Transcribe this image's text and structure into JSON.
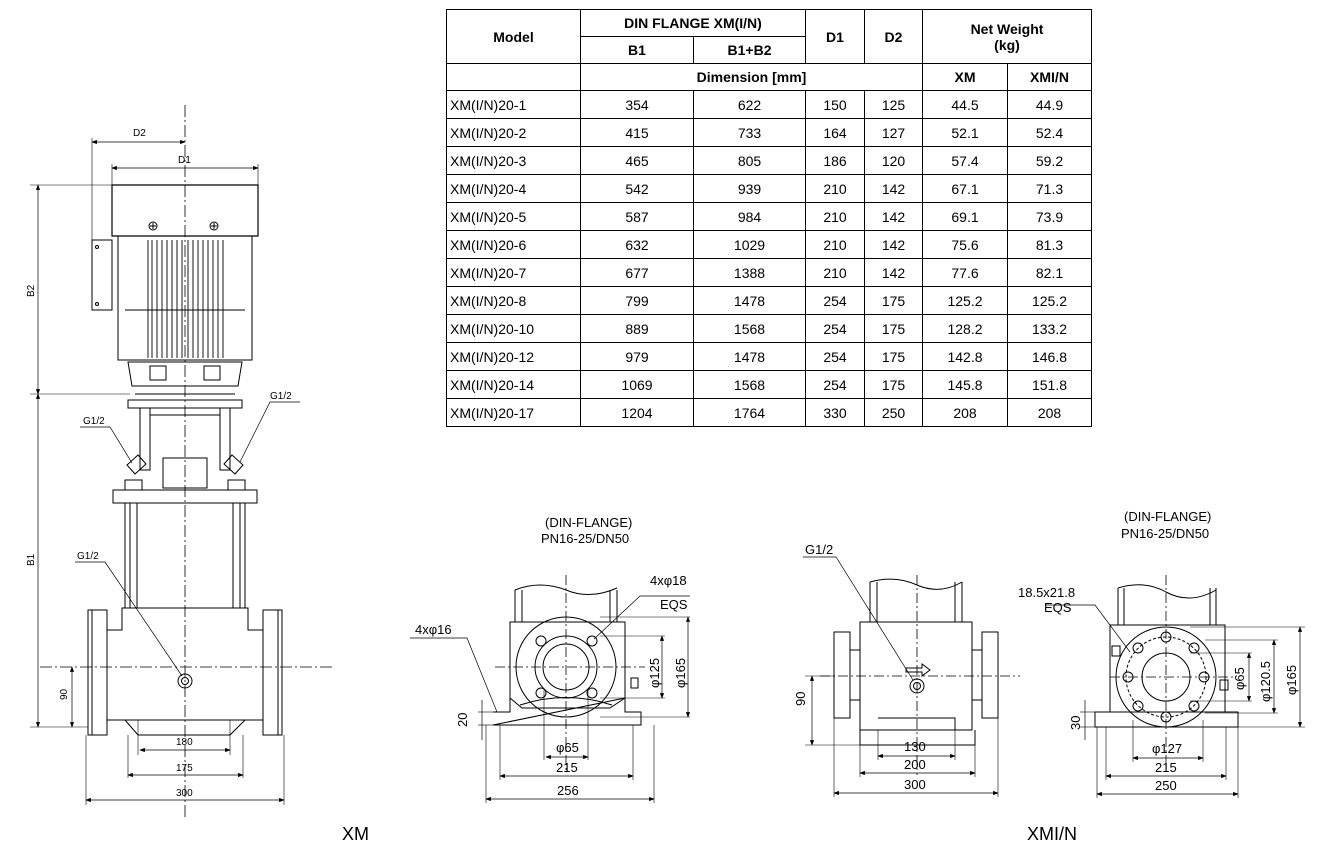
{
  "table": {
    "head": {
      "model": "Model",
      "din": "DIN FLANGE XM(I/N)",
      "b1": "B1",
      "b1b2": "B1+B2",
      "d1": "D1",
      "d2": "D2",
      "netweight_line1": "Net Weight",
      "netweight_line2": "(kg)",
      "dimension": "Dimension [mm]",
      "xm": "XM",
      "xmin": "XMI/N"
    },
    "rows": [
      {
        "model": "XM(I/N)20-1",
        "b1": "354",
        "b1b2": "622",
        "d1": "150",
        "d2": "125",
        "xm": "44.5",
        "xmin": "44.9"
      },
      {
        "model": "XM(I/N)20-2",
        "b1": "415",
        "b1b2": "733",
        "d1": "164",
        "d2": "127",
        "xm": "52.1",
        "xmin": "52.4"
      },
      {
        "model": "XM(I/N)20-3",
        "b1": "465",
        "b1b2": "805",
        "d1": "186",
        "d2": "120",
        "xm": "57.4",
        "xmin": "59.2"
      },
      {
        "model": "XM(I/N)20-4",
        "b1": "542",
        "b1b2": "939",
        "d1": "210",
        "d2": "142",
        "xm": "67.1",
        "xmin": "71.3"
      },
      {
        "model": "XM(I/N)20-5",
        "b1": "587",
        "b1b2": "984",
        "d1": "210",
        "d2": "142",
        "xm": "69.1",
        "xmin": "73.9"
      },
      {
        "model": "XM(I/N)20-6",
        "b1": "632",
        "b1b2": "1029",
        "d1": "210",
        "d2": "142",
        "xm": "75.6",
        "xmin": "81.3"
      },
      {
        "model": "XM(I/N)20-7",
        "b1": "677",
        "b1b2": "1388",
        "d1": "210",
        "d2": "142",
        "xm": "77.6",
        "xmin": "82.1"
      },
      {
        "model": "XM(I/N)20-8",
        "b1": "799",
        "b1b2": "1478",
        "d1": "254",
        "d2": "175",
        "xm": "125.2",
        "xmin": "125.2"
      },
      {
        "model": "XM(I/N)20-10",
        "b1": "889",
        "b1b2": "1568",
        "d1": "254",
        "d2": "175",
        "xm": "128.2",
        "xmin": "133.2"
      },
      {
        "model": "XM(I/N)20-12",
        "b1": "979",
        "b1b2": "1478",
        "d1": "254",
        "d2": "175",
        "xm": "142.8",
        "xmin": "146.8"
      },
      {
        "model": "XM(I/N)20-14",
        "b1": "1069",
        "b1b2": "1568",
        "d1": "254",
        "d2": "175",
        "xm": "145.8",
        "xmin": "151.8"
      },
      {
        "model": "XM(I/N)20-17",
        "b1": "1204",
        "b1b2": "1764",
        "d1": "330",
        "d2": "250",
        "xm": "208",
        "xmin": "208"
      }
    ]
  },
  "pump_drawing": {
    "d2": "D2",
    "d1": "D1",
    "b2": "B2",
    "b1": "B1",
    "g_top_left": "G1/2",
    "g_top_right": "G1/2",
    "g_mid": "G1/2",
    "dim_90": "90",
    "dim_180": "180",
    "dim_175": "175",
    "dim_300": "300"
  },
  "flange_xm": {
    "title_line1": "(DIN-FLANGE)",
    "title_line2": "PN16-25/DN50",
    "holes_4x18": "4xφ18",
    "eqs": "EQS",
    "holes_4x16": "4xφ16",
    "phi125": "φ125",
    "phi165": "φ165",
    "dim_20": "20",
    "phi65": "φ65",
    "dim_215": "215",
    "dim_256": "256"
  },
  "side_xmin": {
    "g": "G1/2",
    "dim_90": "90",
    "dim_130": "130",
    "dim_200": "200",
    "dim_300": "300"
  },
  "flange_xmin": {
    "title_line1": "(DIN-FLANGE)",
    "title_line2": "PN16-25/DN50",
    "slot": "18.5x21.8",
    "eqs": "EQS",
    "phi65": "φ65",
    "phi120": "φ120.5",
    "phi165": "φ165",
    "dim_30": "30",
    "phi127": "φ127",
    "dim_215": "215",
    "dim_250": "250"
  },
  "captions": {
    "xm": "XM",
    "xmin": "XMI/N"
  }
}
